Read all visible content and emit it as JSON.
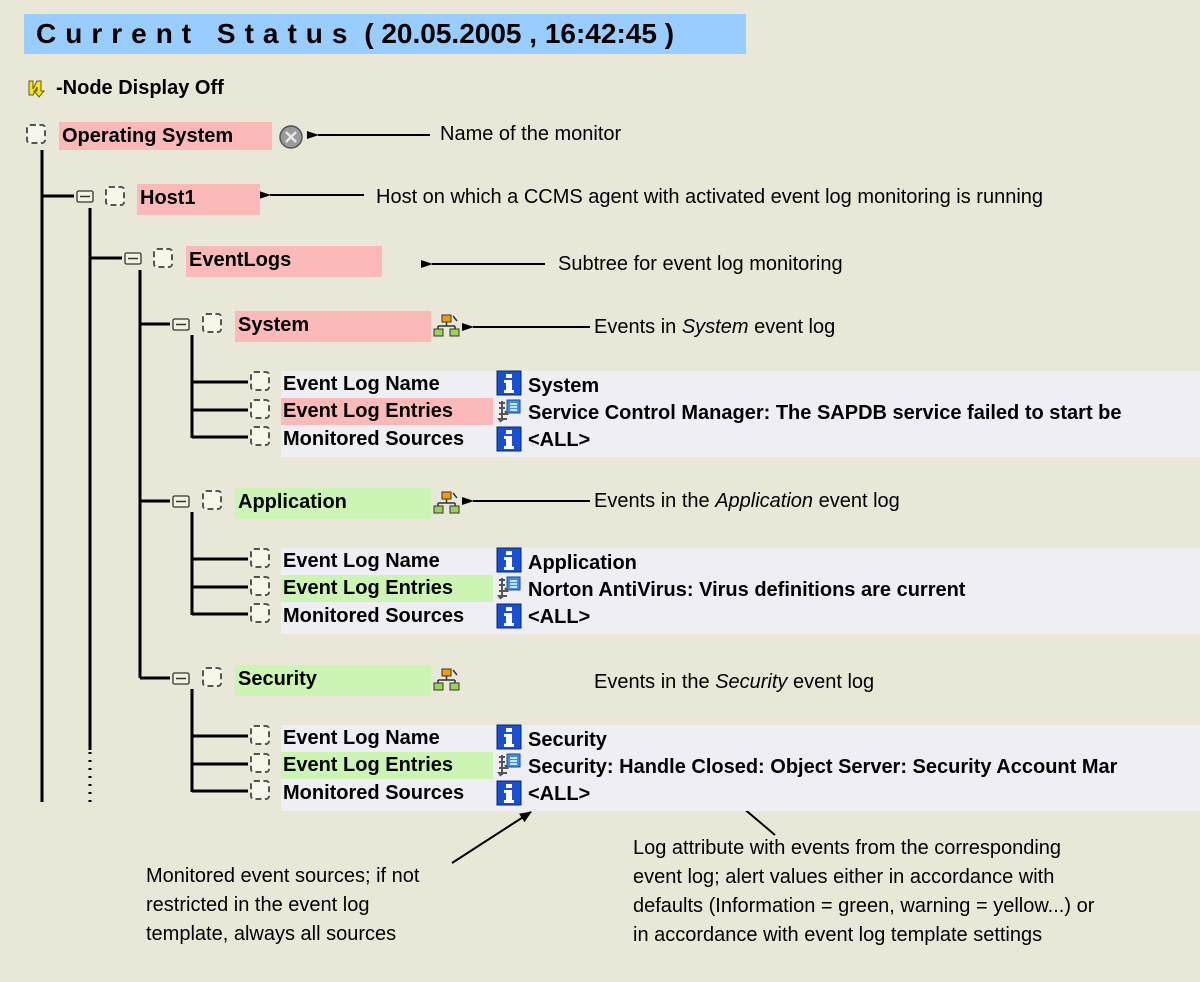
{
  "header": {
    "title_label": "Current Status",
    "timestamp": "( 20.05.2005 , 16:42:45 )"
  },
  "legend": {
    "icon": "node-display-icon",
    "label": "-Node Display Off"
  },
  "tree": {
    "root": {
      "label": "Operating System",
      "status_icon": "gray-x-circle-icon",
      "highlight": "red"
    },
    "host": {
      "label": "Host1",
      "highlight": "red"
    },
    "subtree": {
      "label": "EventLogs",
      "highlight": "red"
    },
    "logs": [
      {
        "label": "System",
        "highlight": "red",
        "attributes": [
          {
            "label": "Event Log Name",
            "icon": "info-icon",
            "value": "System",
            "highlight": "gray"
          },
          {
            "label": "Event Log Entries",
            "icon": "log-attribute-icon",
            "value": "Service Control Manager: The SAPDB service failed to start be",
            "highlight": "red"
          },
          {
            "label": "Monitored Sources",
            "icon": "info-icon",
            "value": "<ALL>",
            "highlight": "gray"
          }
        ]
      },
      {
        "label": "Application",
        "highlight": "green",
        "attributes": [
          {
            "label": "Event Log Name",
            "icon": "info-icon",
            "value": "Application",
            "highlight": "gray"
          },
          {
            "label": "Event Log Entries",
            "icon": "log-attribute-icon",
            "value": "Norton AntiVirus: Virus definitions are current",
            "highlight": "green"
          },
          {
            "label": "Monitored Sources",
            "icon": "info-icon",
            "value": "<ALL>",
            "highlight": "gray"
          }
        ]
      },
      {
        "label": "Security",
        "highlight": "green",
        "attributes": [
          {
            "label": "Event Log Name",
            "icon": "info-icon",
            "value": "Security",
            "highlight": "gray"
          },
          {
            "label": "Event Log Entries",
            "icon": "log-attribute-icon",
            "value": "Security: Handle Closed: Object Server: Security Account Mar",
            "highlight": "green"
          },
          {
            "label": "Monitored Sources",
            "icon": "info-icon",
            "value": "<ALL>",
            "highlight": "gray"
          }
        ]
      }
    ]
  },
  "annotations": {
    "monitor": "Name of the monitor",
    "host": "Host on which a CCMS agent with activated event log monitoring is running",
    "subtree": "Subtree for event log monitoring",
    "system": {
      "prefix": "Events in ",
      "emph": "System",
      "suffix": " event log"
    },
    "application": {
      "prefix": "Events in the ",
      "emph": "Application",
      "suffix": " event log"
    },
    "security": {
      "prefix": "Events in the ",
      "emph": "Security",
      "suffix": " event log"
    },
    "sources_note": [
      "Monitored event sources; if not",
      "restricted in the event log",
      "template, always all sources"
    ],
    "log_attr_note": [
      "Log attribute with events from the corresponding",
      "event log; alert values either in accordance with",
      "defaults (Information = green, warning = yellow...) or",
      "in accordance with event log template settings"
    ]
  },
  "colors": {
    "background": "#e9e7d8",
    "title_bar": "#99ccff",
    "red_alert": "#fcb9b9",
    "green_ok": "#ccf5b4",
    "attr_bg": "#eeeef4"
  }
}
